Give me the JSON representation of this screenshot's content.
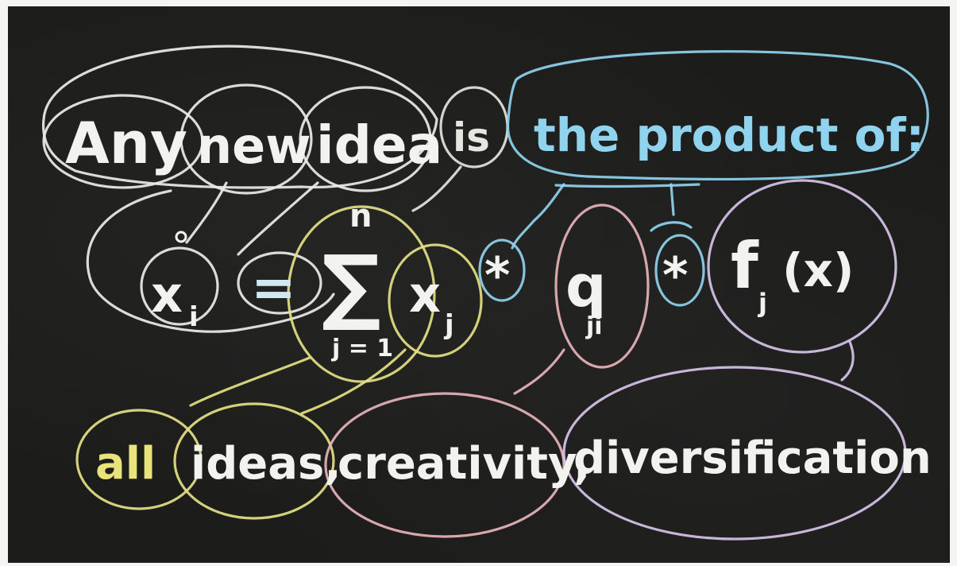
{
  "sentence": {
    "any": "Any",
    "new": "new",
    "idea": "idea",
    "is": "is",
    "product_phrase": "the product of:"
  },
  "formula": {
    "x_dot": "x",
    "x_dot_sub": "i",
    "equals": "=",
    "sum_symbol": "∑",
    "sum_upper": "n",
    "sum_lower": "j = 1",
    "x_j": "x",
    "x_j_sub": "j",
    "times_1": "*",
    "q": "q",
    "q_sub": "ji",
    "times_2": "*",
    "f": "f",
    "f_sub": "j",
    "f_arg": "(x)"
  },
  "meanings": {
    "all": "all",
    "ideas": "ideas,",
    "creativity": "creativity,",
    "diversification": "diversification"
  },
  "colors": {
    "board": "#1c1c1b",
    "white_chalk": "#f2f2ee",
    "blue_chalk": "#8fd3ee",
    "yellow_chalk": "#e8e37a",
    "pink_chalk": "#e8b3b8",
    "lavender_chalk": "#d7c3ea"
  }
}
